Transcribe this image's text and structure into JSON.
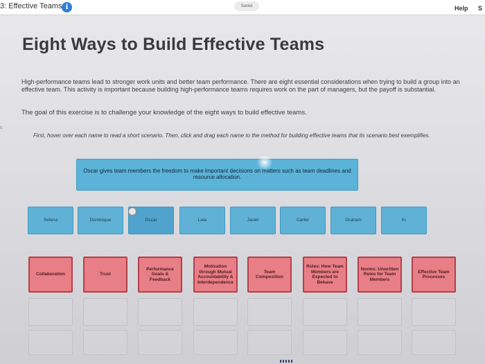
{
  "topbar": {
    "title": "3: Effective Teams",
    "info_icon": "info-icon",
    "saved": "Saved",
    "help": "Help",
    "edge_letter": "S"
  },
  "main": {
    "title": "Eight Ways to Build Effective Teams",
    "intro": "High-performance teams lead to stronger work units and better team performance. There are eight essential considerations when trying to build a group into an effective team. This activity is important because building high-performance teams requires work on the part of managers, but the payoff is substantial.",
    "goal": "The goal of this exercise is to challenge your knowledge of the eight ways to build effective teams.",
    "edge_mark": "s",
    "instructions": "First, hover over each name to read a short scenario. Then, click and drag each name to the method for building effective teams that its scenario best exemplifies."
  },
  "scenario": {
    "text": "Oscar gives team members the freedom to make important decisions on matters such as team deadlines and resource allocation."
  },
  "names": [
    "Selena",
    "Dominique",
    "Oscar",
    "Leia",
    "Javier",
    "Carter",
    "Graham",
    "Ki"
  ],
  "methods": [
    "Collaboration",
    "Trust",
    "Performance Goals & Feedback",
    "Motivation through Mutual Accountability & Interdependence",
    "Team Composition",
    "Roles: How Team Members are Expected to Behave",
    "Norms: Unwritten Rules for Team Members",
    "Effective Team Processes"
  ],
  "colors": {
    "name_chip": "#5fb2d6",
    "method_box": "#e87f86",
    "method_border": "#b3404a",
    "info_icon": "#2f7fd0"
  }
}
